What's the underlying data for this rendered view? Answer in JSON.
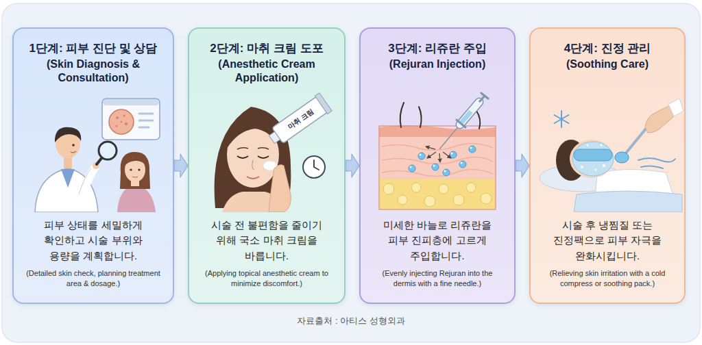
{
  "diagram": {
    "caption": "자료출처 : 아티스 성형외과",
    "nodes": [
      {
        "text": [
          "1단계: 피부 진단 및 상담",
          "(Skin Diagnosis & Consultation)",
          "피부 상태를 세밀하게 확인하고 시술 부위와 용량을 계획합니다.",
          "(Detailed skin check, planning treatment area & dosage.)"
        ]
      },
      {
        "text": [
          "2단계: 마취 크림 도포",
          "(Anesthetic Cream Application)",
          "시술 전 불편함을 줄이기 위해 국소 마취 크림을 바릅니다.",
          "(Applying topical anesthetic cream to minimize discomfort.)"
        ]
      },
      {
        "text": [
          "3단계: 리쥬란 주입",
          "(Rejuran Injection)",
          "미세한 바늘로 리쥬란을 피부 진피층에 고르게 주입합니다.",
          "(Evenly injecting Rejuran into the dermis with a fine needle.)"
        ]
      },
      {
        "text": [
          "4단계: 진정 관리",
          "(Soothing Care)",
          "시술 후 냉찜질 또는 진정팩으로 피부 자극을 완화시킵니다.",
          "(Relieving skin irritation with a cold compress or soothing pack.)"
        ]
      }
    ],
    "edges": [
      {
        "from": 0,
        "to": 1,
        "arrow": "to"
      },
      {
        "from": 1,
        "to": 2,
        "arrow": "to"
      },
      {
        "from": 2,
        "to": 3,
        "arrow": "to"
      }
    ],
    "labels": [
      "마취 크림"
    ]
  }
}
